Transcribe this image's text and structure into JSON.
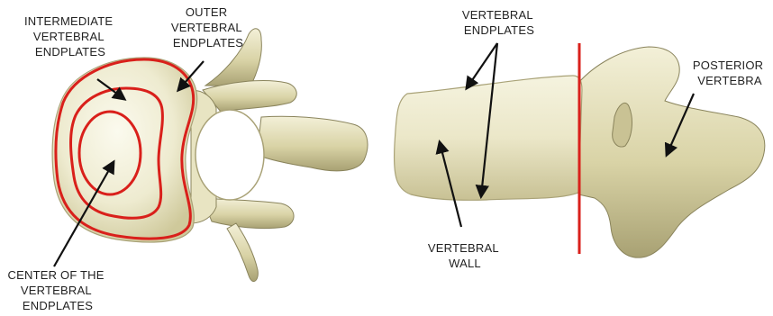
{
  "colors": {
    "bone_light": "#f1efd6",
    "bone_mid": "#d9d4a9",
    "bone_dark": "#a9a277",
    "bone_outline": "#8a845c",
    "endplate_red": "#d9201b",
    "arrow": "#111111",
    "text": "#222222"
  },
  "labels": {
    "intermediate": [
      "INTERMEDIATE",
      "VERTEBRAL",
      "ENDPLATES"
    ],
    "outer": [
      "OUTER",
      "VERTEBRAL",
      "ENDPLATES"
    ],
    "center": [
      "CENTER OF THE",
      "VERTEBRAL",
      "ENDPLATES"
    ],
    "endplates_side": [
      "VERTEBRAL",
      "ENDPLATES"
    ],
    "wall": [
      "VERTEBRAL",
      "WALL"
    ],
    "posterior": [
      "POSTERIOR",
      "VERTEBRA"
    ]
  }
}
